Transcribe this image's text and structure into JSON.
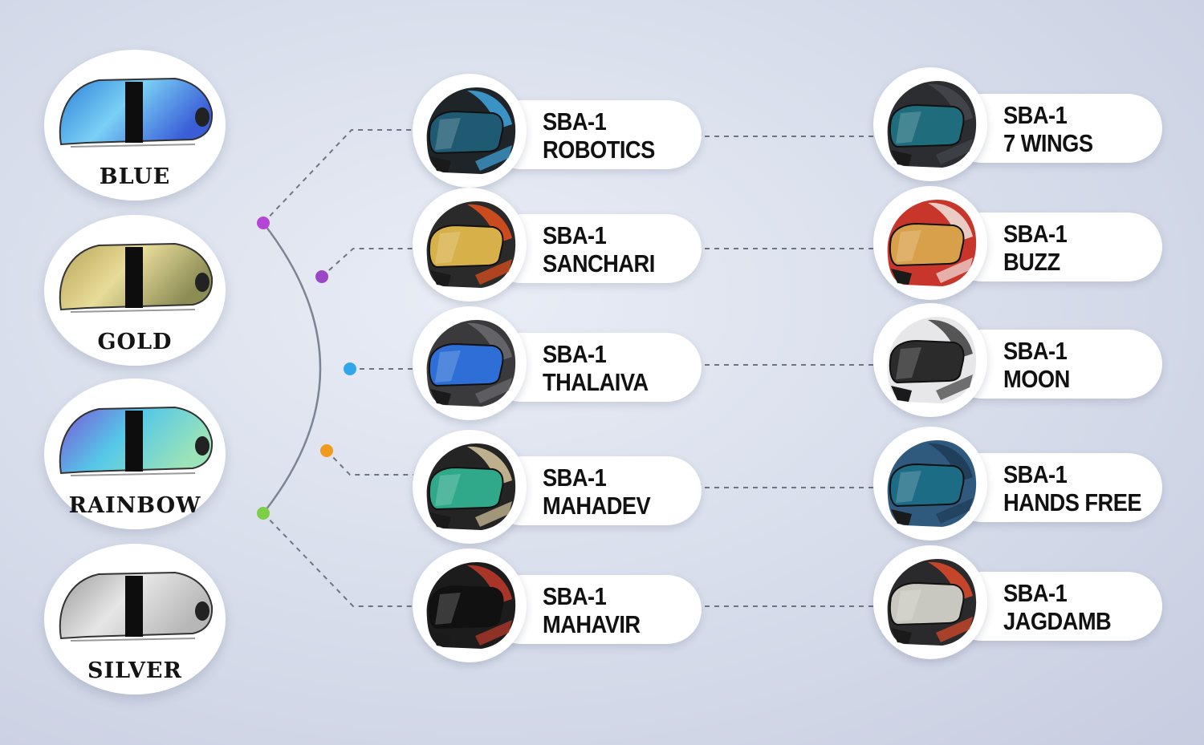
{
  "visors": [
    {
      "label": "BLUE",
      "colors": [
        "#2c7fd9",
        "#7ad0f5",
        "#3a5ed8"
      ]
    },
    {
      "label": "GOLD",
      "colors": [
        "#b9a457",
        "#e7dc99",
        "#8c8c55"
      ]
    },
    {
      "label": "RAINBOW",
      "colors": [
        "#7a55d8",
        "#55c8e8",
        "#9be3b8"
      ]
    },
    {
      "label": "SILVER",
      "colors": [
        "#9b9b9b",
        "#e6e6e6",
        "#b7b7b7"
      ]
    }
  ],
  "models_left": [
    {
      "line1": "SBA-1",
      "line2": "ROBOTICS",
      "shell": "#1f2428",
      "accent": "#3fa6e0",
      "visor": "#1e5a72"
    },
    {
      "line1": "SBA-1",
      "line2": "SANCHARI",
      "shell": "#2a2a2a",
      "accent": "#e8501c",
      "visor": "#d8b04a"
    },
    {
      "line1": "SBA-1",
      "line2": "THALAIVA",
      "shell": "#3a3a3d",
      "accent": "#6b6b70",
      "visor": "#2d6fd6"
    },
    {
      "line1": "SBA-1",
      "line2": "MAHADEV",
      "shell": "#242424",
      "accent": "#d9c8a0",
      "visor": "#2fa98a"
    },
    {
      "line1": "SBA-1",
      "line2": "MAHAVIR",
      "shell": "#1c1c1c",
      "accent": "#c23a2a",
      "visor": "#111111"
    }
  ],
  "models_right": [
    {
      "line1": "SBA-1",
      "line2": "7 WINGS",
      "shell": "#2b2d31",
      "accent": "#45484e",
      "visor": "#1f6c7c"
    },
    {
      "line1": "SBA-1",
      "line2": "BUZZ",
      "shell": "#c8352a",
      "accent": "#f0e6e0",
      "visor": "#d8a04a"
    },
    {
      "line1": "SBA-1",
      "line2": "MOON",
      "shell": "#e7e7ea",
      "accent": "#3b3b3b",
      "visor": "#2b2b2b"
    },
    {
      "line1": "SBA-1",
      "line2": "HANDS FREE",
      "shell": "#2f5a7e",
      "accent": "#1d3b55",
      "visor": "#1d6c86"
    },
    {
      "line1": "SBA-1",
      "line2": "JAGDAMB",
      "shell": "#2a2a2c",
      "accent": "#e04a2a",
      "visor": "#c8c8c0"
    }
  ],
  "dot_colors": [
    "#b545d6",
    "#9b46c9",
    "#31a6e8",
    "#f09a1e",
    "#7bd046"
  ]
}
